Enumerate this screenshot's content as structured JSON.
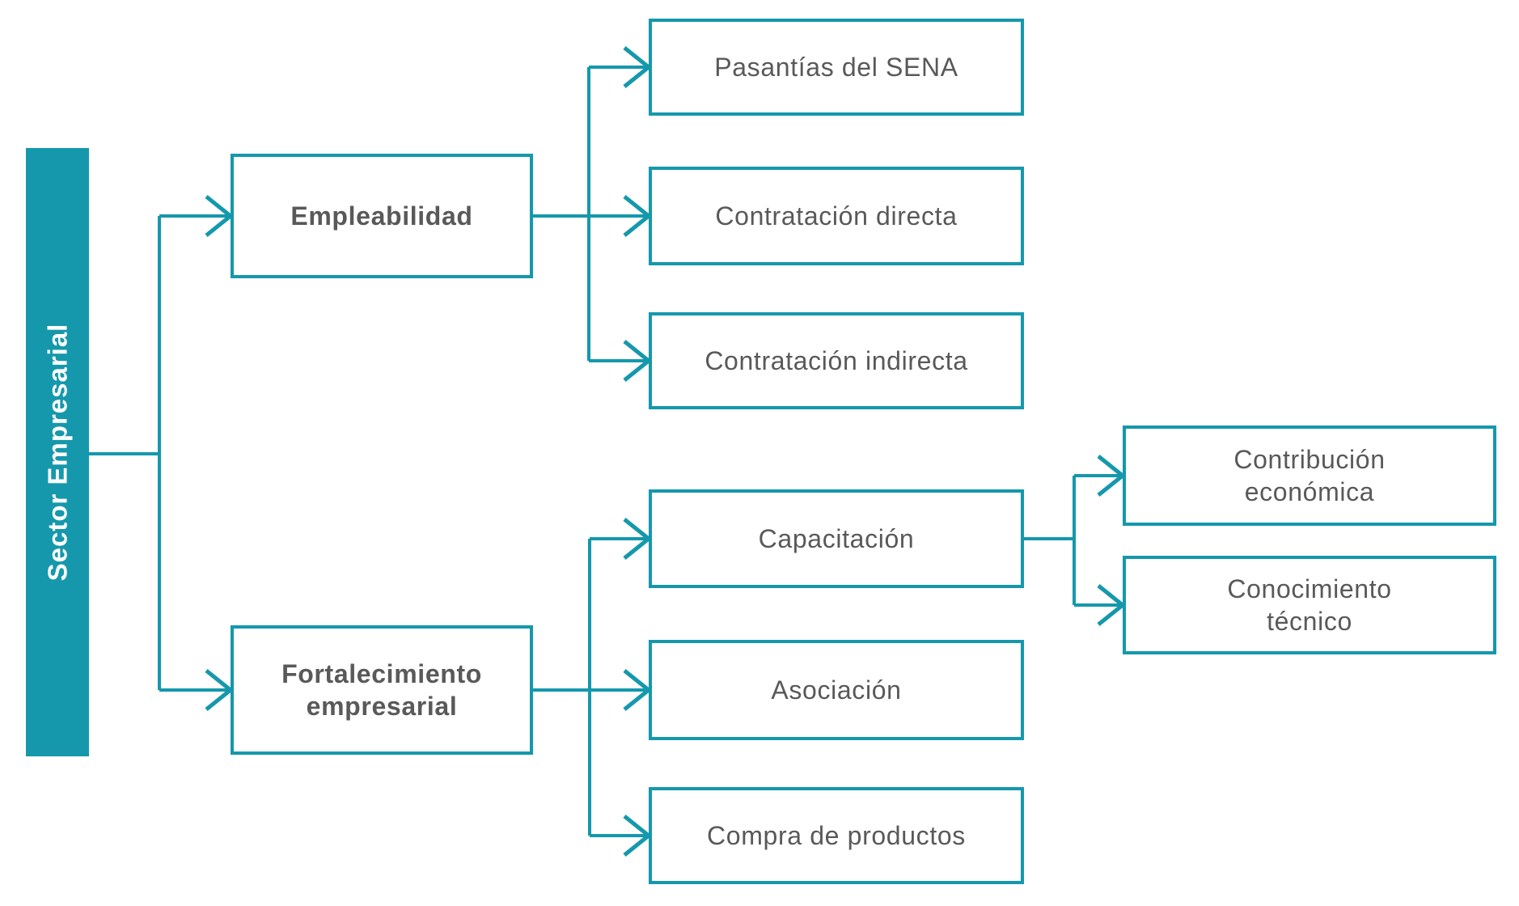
{
  "theme": {
    "accent": "#1598ac",
    "text_gray": "#595959",
    "bar_text": "#ffffff",
    "node_bg": "#ffffff",
    "canvas_bg": "#ffffff"
  },
  "diagram": {
    "type": "flowchart",
    "direction": "left-to-right",
    "nodes": {
      "root": {
        "label": "Sector Empresarial",
        "style": "filled-bar"
      },
      "empleabilidad": {
        "label": "Empleabilidad",
        "style": "outlined-bold"
      },
      "fortalecimiento": {
        "label": "Fortalecimiento empresarial",
        "style": "outlined-bold"
      },
      "pasantias": {
        "label": "Pasantías del SENA",
        "style": "outlined"
      },
      "directa": {
        "label": "Contratación directa",
        "style": "outlined"
      },
      "indirecta": {
        "label": "Contratación indirecta",
        "style": "outlined"
      },
      "capacitacion": {
        "label": "Capacitación",
        "style": "outlined"
      },
      "asociacion": {
        "label": "Asociación",
        "style": "outlined"
      },
      "compra": {
        "label": "Compra de productos",
        "style": "outlined"
      },
      "contribucion": {
        "label": "Contribución económica",
        "style": "outlined"
      },
      "conocimiento": {
        "label": "Conocimiento técnico",
        "style": "outlined"
      }
    },
    "edges": [
      {
        "from": "root",
        "to": "empleabilidad"
      },
      {
        "from": "root",
        "to": "fortalecimiento"
      },
      {
        "from": "empleabilidad",
        "to": "pasantias"
      },
      {
        "from": "empleabilidad",
        "to": "directa"
      },
      {
        "from": "empleabilidad",
        "to": "indirecta"
      },
      {
        "from": "fortalecimiento",
        "to": "capacitacion"
      },
      {
        "from": "fortalecimiento",
        "to": "asociacion"
      },
      {
        "from": "fortalecimiento",
        "to": "compra"
      },
      {
        "from": "capacitacion",
        "to": "contribucion"
      },
      {
        "from": "capacitacion",
        "to": "conocimiento"
      }
    ]
  }
}
